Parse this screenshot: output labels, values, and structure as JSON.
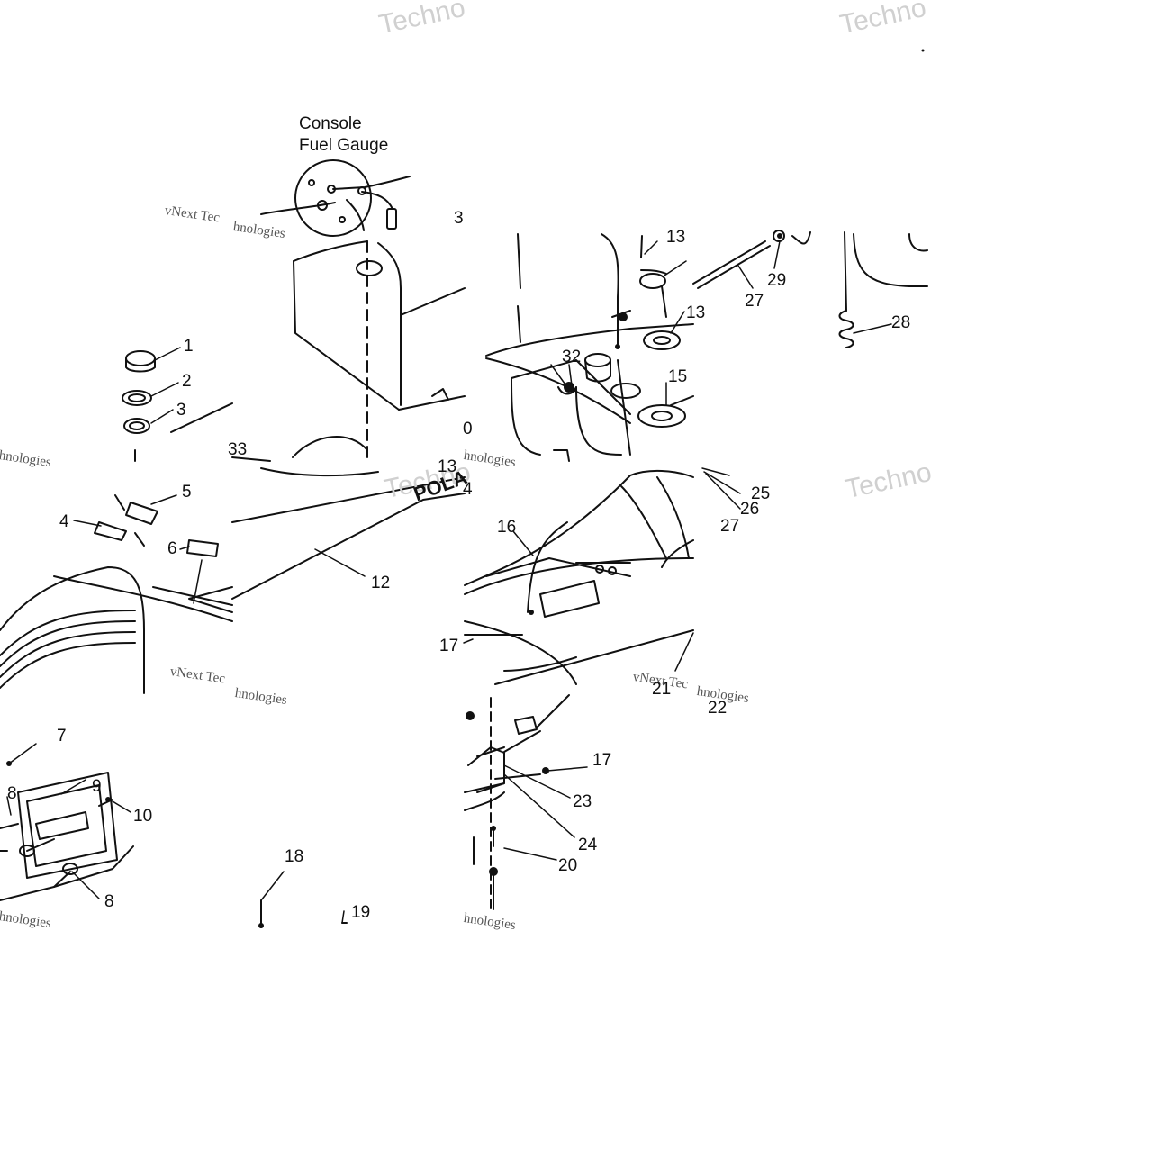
{
  "diagram": {
    "title_lines": [
      "Console",
      "Fuel Gauge"
    ],
    "brand_text": "POLA",
    "watermarks": {
      "big": "Techno",
      "small_1": "vNext Tec",
      "small_2": "hnologies"
    },
    "callouts": [
      "1",
      "2",
      "3",
      "3",
      "4",
      "4",
      "5",
      "6",
      "7",
      "8",
      "8",
      "9",
      "10",
      "12",
      "13",
      "13",
      "15",
      "16",
      "17",
      "17",
      "18",
      "19",
      "20",
      "21",
      "22",
      "23",
      "24",
      "25",
      "26",
      "27",
      "27",
      "28",
      "29",
      "32",
      "33",
      "13",
      "0"
    ]
  }
}
